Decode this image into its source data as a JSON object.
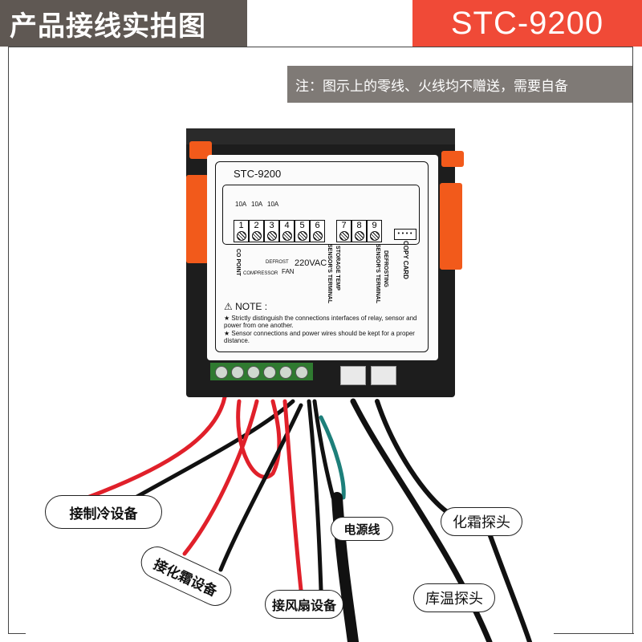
{
  "header": {
    "title": "产品接线实拍图",
    "model": "STC-9200",
    "note": "注：图示上的零线、火线均不赠送，需要自备"
  },
  "colors": {
    "title_bg": "#5f5853",
    "model_bg": "#f04a37",
    "note_bg": "#7f7a76",
    "clip": "#f25a1b",
    "terminal_green": "#2f7a30",
    "wire_red": "#e0202a",
    "wire_black": "#111111",
    "wire_teal": "#1d7f7a"
  },
  "device": {
    "label_title": "STC-9200",
    "relay_ratings": [
      "10A",
      "10A",
      "10A"
    ],
    "terminals": [
      "1",
      "2",
      "3",
      "4",
      "5",
      "6",
      "7",
      "8",
      "9"
    ],
    "terminal_labels": {
      "co_point": "CO POINT",
      "compressor": "COMPRESSOR",
      "defrost": "DEFROST",
      "fan": "FAN",
      "power": "220VAC",
      "storage_sensor": "STORAGE TEMP",
      "storage_sensor_sub": "SENSOR'S TERMINAL",
      "defrost_sensor": "DEFROSTING",
      "defrost_sensor_sub": "SENSOR'S TERMINAL",
      "copy_card": "COPY CARD",
      "copy_card_dots": "••••"
    },
    "note": {
      "title": "⚠ NOTE :",
      "lines": [
        "★ Strictly distinguish the connections interfaces of relay, sensor and power from one another.",
        "★ Sensor connections and power wires should be kept for a proper distance."
      ]
    }
  },
  "callouts": {
    "refrigeration": "接制冷设备",
    "defrost_device": "接化霜设备",
    "fan_device": "接风扇设备",
    "power_cord": "电源线",
    "defrost_probe": "化霜探头",
    "storage_probe": "库温探头"
  }
}
